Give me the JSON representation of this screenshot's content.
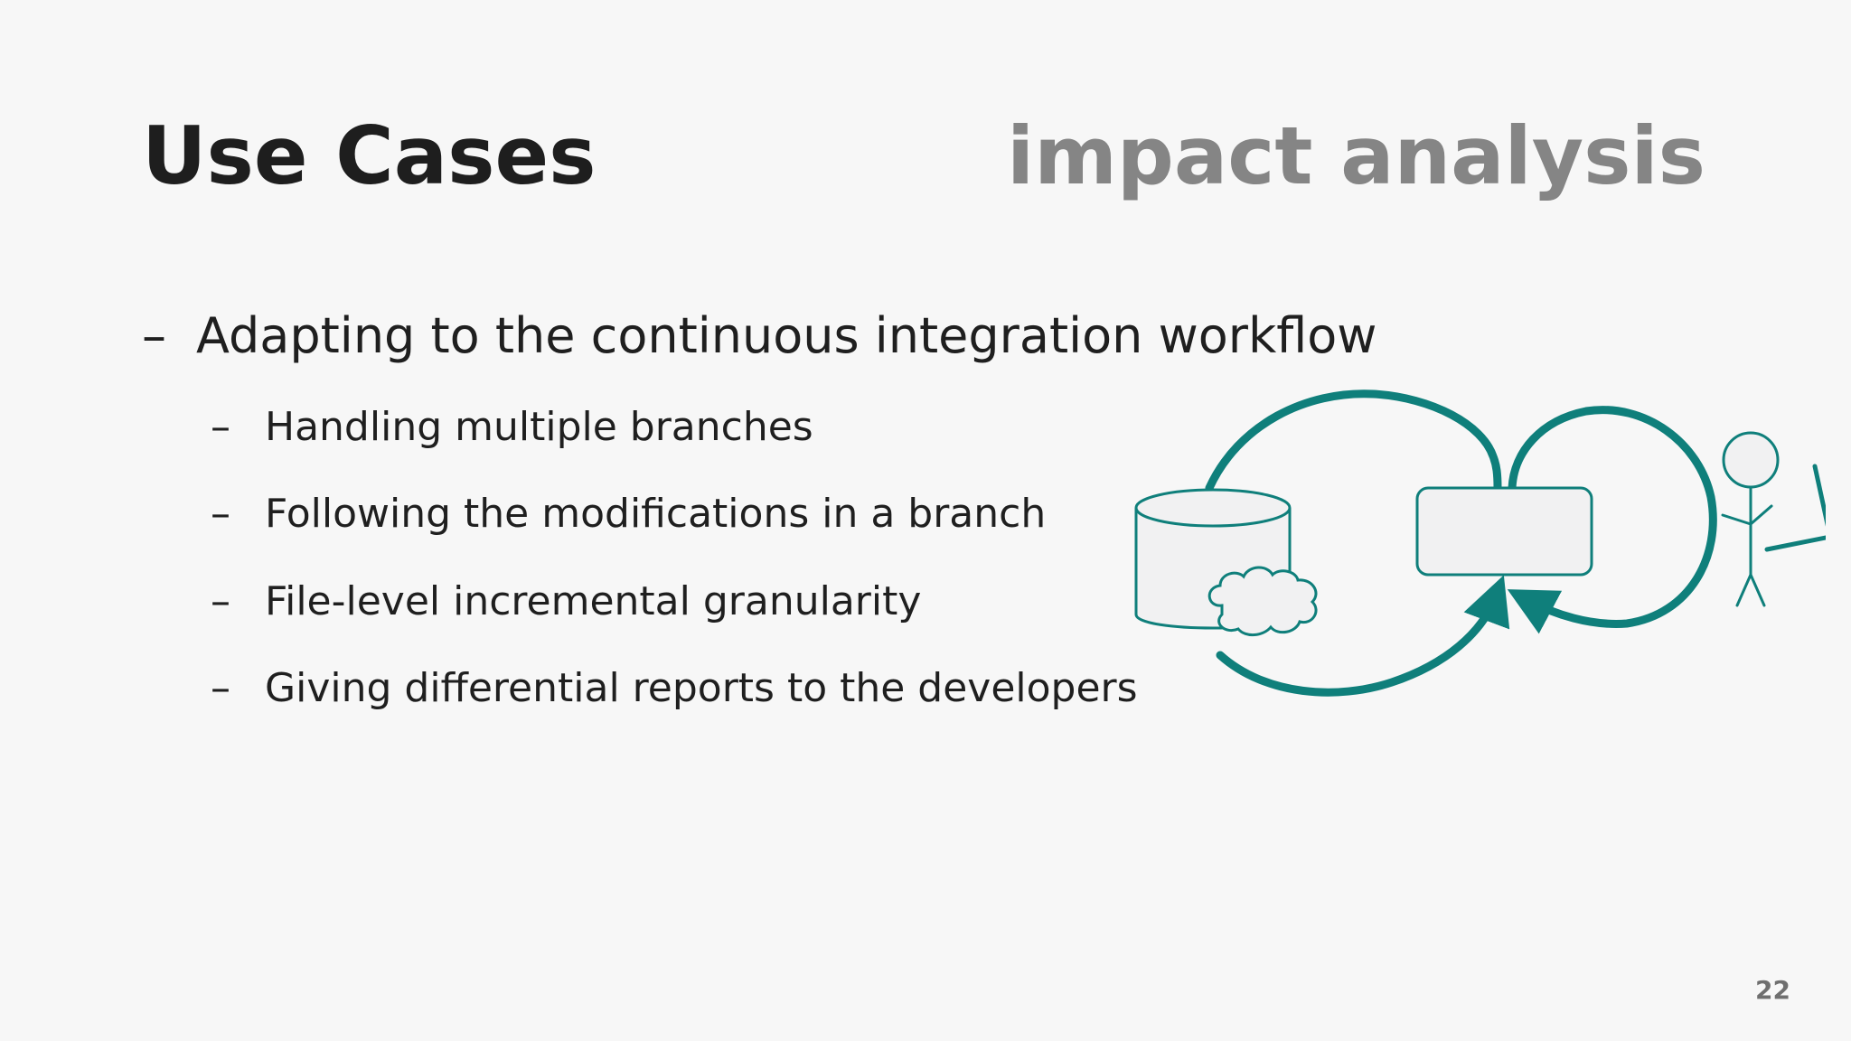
{
  "slide": {
    "title": "Use Cases",
    "topic": "impact analysis",
    "page_number": "22"
  },
  "bullets": {
    "main": {
      "dash": "–",
      "text": "Adapting to the continuous integration workflow"
    },
    "sub": [
      {
        "dash": "–",
        "text": "Handling multiple branches"
      },
      {
        "dash": "–",
        "text": "Following the modifications in a branch"
      },
      {
        "dash": "–",
        "text": "File-level incremental granularity"
      },
      {
        "dash": "–",
        "text": "Giving differential reports to the developers"
      }
    ]
  },
  "colors": {
    "background": "#f7f7f7",
    "title": "#1e1e1e",
    "topic": "#858585",
    "accent": "#0f7f7b",
    "shape_fill": "#f1f1f2"
  },
  "icons": {
    "database": "database-icon",
    "cloud": "cloud-icon",
    "process_box": "process-box-icon",
    "developer": "stick-figure-icon",
    "cycle_arrows": "cycle-arrows-icon"
  }
}
